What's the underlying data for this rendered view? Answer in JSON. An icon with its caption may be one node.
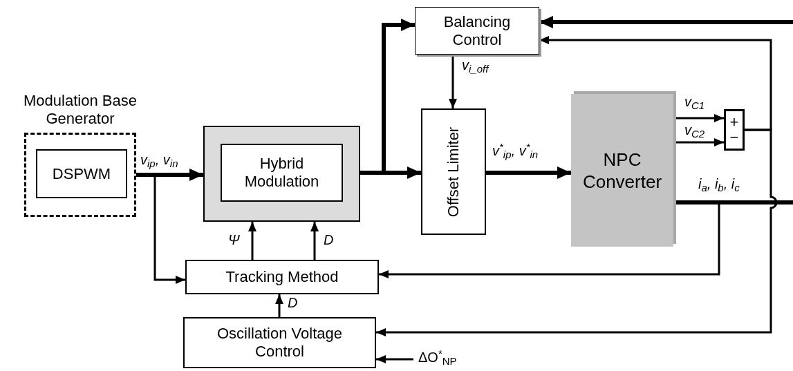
{
  "diagram": {
    "nodes": [
      {
        "text": [
          "Modulation Base Generator"
        ]
      },
      {
        "text": [
          "DSPWM"
        ],
        "in": 0
      },
      {
        "text": [],
        "shape": "box"
      },
      {
        "text": [
          "Hybrid Modulation"
        ],
        "in": 2
      },
      {
        "text": [
          "Balancing Control"
        ]
      },
      {
        "text": [
          "Offset Limiter"
        ]
      },
      {
        "text": [
          "NPC Converter"
        ]
      },
      {
        "text": [
          "+",
          "−"
        ]
      },
      {
        "text": [
          "Tracking Method"
        ]
      },
      {
        "text": [
          "Oscillation Voltage Control"
        ]
      }
    ],
    "edges": [
      {
        "from": 0,
        "to": 2,
        "arrow": "to",
        "label": "v$_{ip}$, v$_{in}$",
        "style": "thick"
      },
      {
        "from": 0,
        "to": 8,
        "arrow": "to"
      },
      {
        "from": 2,
        "to": 5,
        "arrow": "to",
        "style": "thick"
      },
      {
        "from": 2,
        "to": 4,
        "arrow": "to",
        "style": "thick"
      },
      {
        "from": null,
        "to": 4,
        "arrow": "to",
        "style": "thick"
      },
      {
        "from": 7,
        "to": 4,
        "arrow": "to"
      },
      {
        "from": 7,
        "to": 9,
        "arrow": "to"
      },
      {
        "from": 4,
        "to": 5,
        "arrow": "to",
        "label": "v$_{i_off}$"
      },
      {
        "from": 5,
        "to": 6,
        "arrow": "to",
        "label": "v$^{*}$$_{ip}$, v$^{*}$$_{in}$",
        "style": "thick"
      },
      {
        "from": 6,
        "to": 7,
        "arrow": "to",
        "label": "v$_{C1}$"
      },
      {
        "from": 6,
        "to": 7,
        "arrow": "to",
        "label": "v$_{C2}$"
      },
      {
        "from": 6,
        "to": null,
        "arrow": "none",
        "label": "i$_{a}$, i$_{b}$, i$_{c}$",
        "style": "thick"
      },
      {
        "from": 6,
        "to": 8,
        "arrow": "to"
      },
      {
        "from": 8,
        "to": 2,
        "arrow": "to",
        "label": "Ψ"
      },
      {
        "from": 8,
        "to": 2,
        "arrow": "to",
        "label": "D"
      },
      {
        "from": 9,
        "to": 8,
        "arrow": "to",
        "label": "D"
      },
      {
        "from": null,
        "to": 9,
        "arrow": "to",
        "label": "ΔO$^{*}$$_{NP}$"
      }
    ]
  }
}
